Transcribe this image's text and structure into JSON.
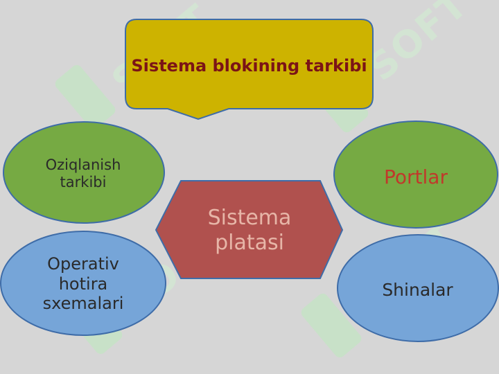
{
  "title": "Sistema blokining tarkibi",
  "center": "Sistema platasi",
  "nodes": {
    "top_left": "Oziqlanish tarkibi",
    "bottom_left": "Operativ hotira sxemalari",
    "top_right": "Portlar",
    "bottom_right": "Shinalar"
  },
  "watermark": "SOFT",
  "colors": {
    "background": "#d6d6d6",
    "callout_fill": "#cdb300",
    "callout_text": "#7b1416",
    "green": "#76aa43",
    "blue": "#76a5d8",
    "center_fill": "#b0514e",
    "center_text": "#e7b6a8",
    "dark_text": "#2a2a2a",
    "red_text": "#c0392b",
    "blue_text": "#1f3e7a"
  }
}
